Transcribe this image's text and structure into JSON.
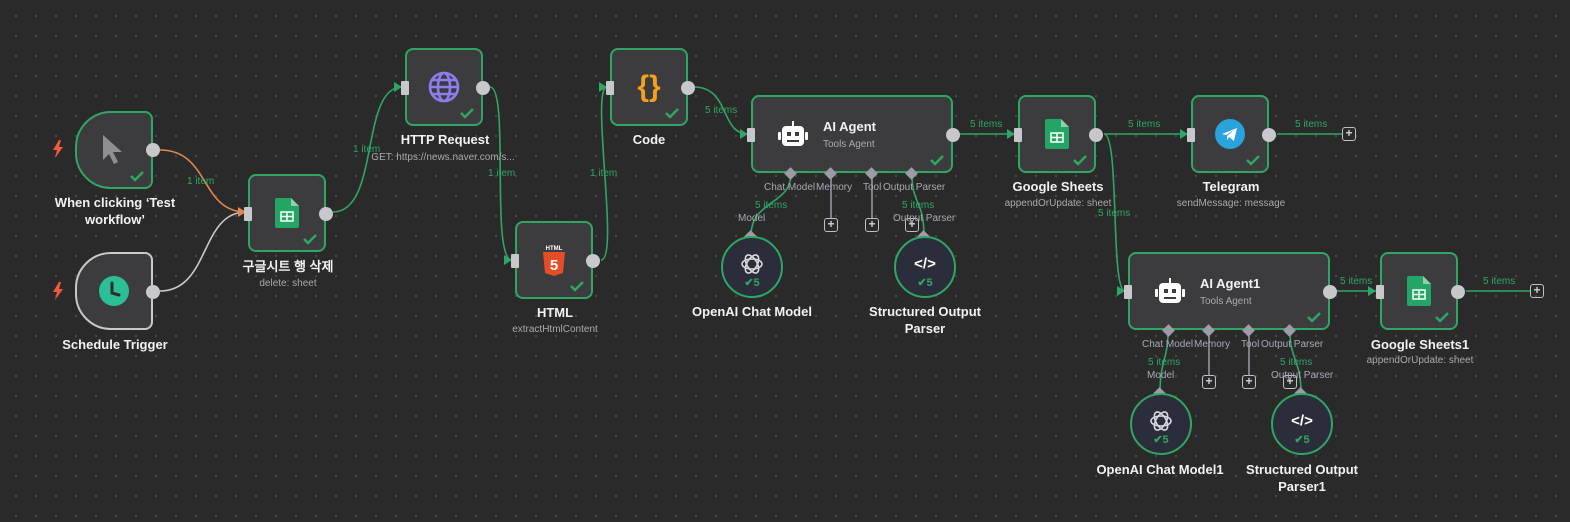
{
  "canvas": {
    "theme": "dark",
    "accent_success": "#2fa666",
    "edge_pending": "#c9c9cd",
    "edge_trigger": "#e0884f"
  },
  "nodes": {
    "manual_trigger": {
      "name": "When clicking ‘Test workflow’",
      "name_line1": "When clicking ‘Test",
      "name_line2": "workflow’",
      "icon": "cursor-icon",
      "status": "success"
    },
    "schedule_trigger": {
      "name": "Schedule Trigger",
      "icon": "clock-icon",
      "status": "idle"
    },
    "sheet_delete": {
      "name": "구글시트 행 삭제",
      "subtitle": "delete: sheet",
      "icon": "google-sheets-icon",
      "status": "success"
    },
    "http_request": {
      "name": "HTTP Request",
      "subtitle": "GET: https://news.naver.com/s...",
      "icon": "globe-icon",
      "status": "success"
    },
    "html": {
      "name": "HTML",
      "subtitle": "extractHtmlContent",
      "icon": "html5-icon",
      "icon_text": "HTML",
      "status": "success"
    },
    "code": {
      "name": "Code",
      "icon": "braces-icon",
      "icon_text": "{}",
      "status": "success"
    },
    "ai_agent": {
      "name": "AI Agent",
      "subtitle": "Tools Agent",
      "icon": "robot-icon",
      "status": "success",
      "ports": [
        "Chat Model",
        "Memory",
        "Tool",
        "Output Parser"
      ]
    },
    "openai_model": {
      "name": "OpenAI Chat Model",
      "icon": "openai-icon",
      "run_count": "5",
      "port_label": "Model"
    },
    "output_parser": {
      "name_line1": "Structured Output",
      "name_line2": "Parser",
      "icon": "code-tag-icon",
      "icon_text": "</>",
      "run_count": "5",
      "port_label": "Output Parser"
    },
    "google_sheets": {
      "name": "Google Sheets",
      "subtitle": "appendOrUpdate: sheet",
      "icon": "google-sheets-icon",
      "status": "success"
    },
    "telegram": {
      "name": "Telegram",
      "subtitle": "sendMessage: message",
      "icon": "telegram-icon",
      "status": "success"
    },
    "ai_agent1": {
      "name": "AI Agent1",
      "subtitle": "Tools Agent",
      "icon": "robot-icon",
      "status": "success",
      "ports": [
        "Chat Model",
        "Memory",
        "Tool",
        "Output Parser"
      ]
    },
    "openai_model1": {
      "name": "OpenAI Chat Model1",
      "icon": "openai-icon",
      "run_count": "5",
      "port_label": "Model"
    },
    "output_parser1": {
      "name_line1": "Structured Output",
      "name_line2": "Parser1",
      "icon": "code-tag-icon",
      "icon_text": "</>",
      "run_count": "5",
      "port_label": "Output Parser"
    },
    "google_sheets1": {
      "name": "Google Sheets1",
      "subtitle": "appendOrUpdate: sheet",
      "icon": "google-sheets-icon",
      "status": "success"
    }
  },
  "edge_labels": {
    "trigger_to_delete": "1 item",
    "delete_to_http": "1 item",
    "http_to_html": "1 item",
    "html_to_code": "1 item",
    "code_to_agent": "5 items",
    "agent_to_sheets": "5 items",
    "sheets_to_telegram": "5 items",
    "telegram_out": "5 items",
    "sheets_to_agent1": "5 items",
    "agent1_to_sheets1": "5 items",
    "sheets1_out": "5 items",
    "model_to_agent": "5 items",
    "parser_to_agent": "5 items",
    "model1_to_agent1": "5 items",
    "parser1_to_agent1": "5 items"
  },
  "add_button_label": "+",
  "trigger_icon": "bolt-icon"
}
